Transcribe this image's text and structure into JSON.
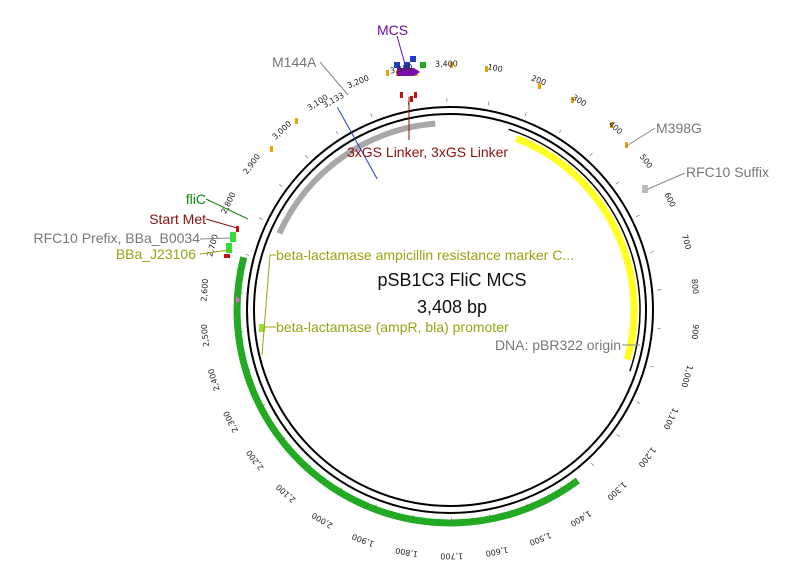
{
  "plasmid": {
    "name": "pSB1C3 FliC MCS",
    "length_text": "3,408 bp",
    "length": 3408
  },
  "ticks": [
    {
      "bp": 100,
      "label": "100"
    },
    {
      "bp": 200,
      "label": "200"
    },
    {
      "bp": 300,
      "label": "300"
    },
    {
      "bp": 400,
      "label": "400"
    },
    {
      "bp": 500,
      "label": "500"
    },
    {
      "bp": 600,
      "label": "600"
    },
    {
      "bp": 700,
      "label": "700"
    },
    {
      "bp": 800,
      "label": "800"
    },
    {
      "bp": 900,
      "label": "900"
    },
    {
      "bp": 1000,
      "label": "1,000"
    },
    {
      "bp": 1100,
      "label": "1,100"
    },
    {
      "bp": 1200,
      "label": "1,200"
    },
    {
      "bp": 1300,
      "label": "1,300"
    },
    {
      "bp": 1400,
      "label": "1,400"
    },
    {
      "bp": 1500,
      "label": "1,500"
    },
    {
      "bp": 1600,
      "label": "1,600"
    },
    {
      "bp": 1700,
      "label": "1,700"
    },
    {
      "bp": 1800,
      "label": "1,800"
    },
    {
      "bp": 1900,
      "label": "1,900"
    },
    {
      "bp": 2000,
      "label": "2,000"
    },
    {
      "bp": 2100,
      "label": "2,100"
    },
    {
      "bp": 2200,
      "label": "2,200"
    },
    {
      "bp": 2300,
      "label": "2,300"
    },
    {
      "bp": 2400,
      "label": "2,400"
    },
    {
      "bp": 2500,
      "label": "2,500"
    },
    {
      "bp": 2600,
      "label": "2,600"
    },
    {
      "bp": 2700,
      "label": "2,700"
    },
    {
      "bp": 2800,
      "label": "2,800"
    },
    {
      "bp": 2900,
      "label": "2,900"
    },
    {
      "bp": 3000,
      "label": "3,000"
    },
    {
      "bp": 3100,
      "label": "3,100"
    },
    {
      "bp": 3200,
      "label": "3,200"
    },
    {
      "bp": 3300,
      "label": "3,300"
    },
    {
      "bp": 3400,
      "label": "3,400"
    }
  ],
  "site_marker": {
    "bp": 3133,
    "label": "3,133",
    "color": "#1f3fbf"
  },
  "features": [
    {
      "name": "fliC",
      "start": 1355,
      "end": 2692,
      "color": "#22aa22"
    },
    {
      "name": "DNA: pBR322 origin",
      "start": 2785,
      "end": 3365,
      "color": "#a8a8a8"
    },
    {
      "name": "beta-lactamase ampicillin resistance marker",
      "start": 200,
      "end": 1000,
      "color": "#ffff22"
    },
    {
      "name": "BBa_J23106",
      "start": 1262,
      "end": 1298,
      "color": "#33dd33"
    },
    {
      "name": "RFC10 Prefix",
      "start": 1300,
      "end": 1320,
      "color": "#33dd33"
    },
    {
      "name": "MCS",
      "start": 1893,
      "end": 1915,
      "color": "#7711aa"
    }
  ],
  "labels": [
    {
      "id": "mcs",
      "text": "MCS",
      "color": "#6a0dad"
    },
    {
      "id": "m144a",
      "text": "M144A",
      "color": "#777777"
    },
    {
      "id": "linker",
      "text": "3xGS Linker, 3xGS Linker",
      "color": "#8b1010"
    },
    {
      "id": "m398g",
      "text": "M398G",
      "color": "#777777"
    },
    {
      "id": "rfc10suffix",
      "text": "RFC10 Suffix",
      "color": "#777777"
    },
    {
      "id": "flic",
      "text": "fliC",
      "color": "#118811"
    },
    {
      "id": "startmet",
      "text": "Start Met",
      "color": "#8b1010"
    },
    {
      "id": "rfc10prefix",
      "text": "RFC10 Prefix, BBa_B0034",
      "color": "#777777"
    },
    {
      "id": "j23106",
      "text": "BBa_J23106",
      "color": "#8aaa11"
    },
    {
      "id": "bla_marker",
      "text": "beta-lactamase ampicillin resistance marker C...",
      "color": "#9aa310"
    },
    {
      "id": "bla_promoter",
      "text": "beta-lactamase (ampR, bla) promoter",
      "color": "#8aaa11"
    },
    {
      "id": "origin",
      "text": "DNA: pBR322 origin",
      "color": "#777777"
    }
  ]
}
